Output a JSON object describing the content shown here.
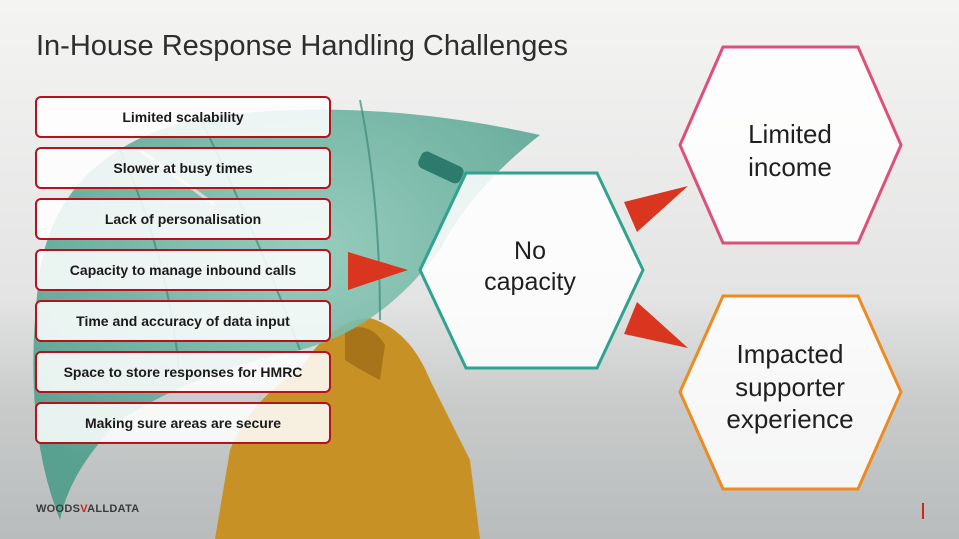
{
  "slide": {
    "title": "In-House Response Handling Challenges",
    "challenges": [
      "Limited scalability",
      "Slower at busy times",
      "Lack of personalisation",
      "Capacity to manage inbound calls",
      "Time and accuracy of data input",
      "Space to store responses for HMRC",
      "Making sure areas are secure"
    ],
    "hexagons": {
      "center": {
        "line1": "No",
        "line2": "capacity"
      },
      "top": {
        "line1": "Limited",
        "line2": "income"
      },
      "bottom": {
        "line1": "Impacted",
        "line2": "supporter",
        "line3": "experience"
      }
    },
    "logo": {
      "left": "WOODS",
      "mark": "V",
      "right": "ALLDATA"
    },
    "colors": {
      "box_border": "#b5121b",
      "arrow": "#d9351f",
      "hex_center": "#2fa290",
      "hex_top": "#de4f7a",
      "hex_bottom": "#ee8a22",
      "umbrella": "#6fb9a7",
      "coat": "#c89126"
    }
  }
}
